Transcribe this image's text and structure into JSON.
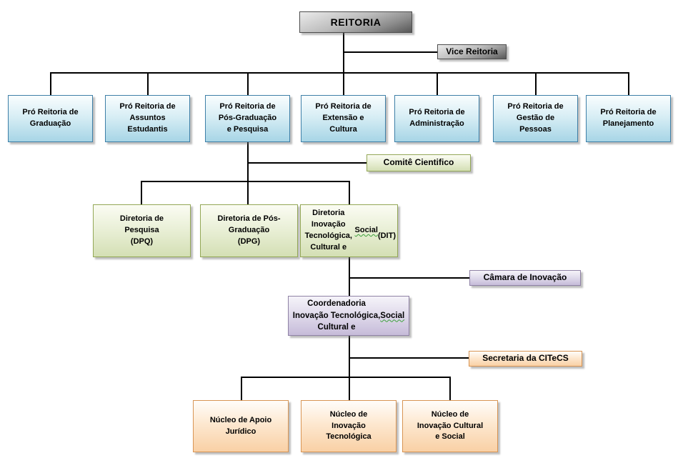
{
  "palette": {
    "line": "#000000",
    "wavy": "#3aa13a",
    "gray-top": "#ebebeb",
    "gray-bottom": "#575757",
    "gray-border": "#4d4d4d",
    "blue-top": "#f9fdfe",
    "blue-bottom": "#a7d5e6",
    "blue-border": "#3e7fa7",
    "green-top": "#fbfcf3",
    "green-bottom": "#d4dfb4",
    "green-border": "#93a756",
    "purple-top": "#f5f3f9",
    "purple-bottom": "#c6bbd9",
    "purple-border": "#8f82a5",
    "orange-top": "#fffdfa",
    "orange-bottom": "#f9d0a5",
    "orange-border": "#d89554"
  },
  "org": {
    "root": {
      "label": "REITORIA"
    },
    "vice": {
      "label": "Vice Reitoria"
    },
    "level1": [
      {
        "label": "Pró Reitoria de\nGraduação"
      },
      {
        "label": "Pró Reitoria de\nAssuntos\nEstudantis"
      },
      {
        "label": "Pró Reitoria de\nPós-Graduação\ne Pesquisa"
      },
      {
        "label": "Pró Reitoria de\nExtensão e\nCultura"
      },
      {
        "label": "Pró Reitoria de\nAdministração"
      },
      {
        "label": "Pró Reitoria de\nGestão de\nPessoas"
      },
      {
        "label": "Pró Reitoria de\nPlanejamento"
      }
    ],
    "comite": {
      "label": "Comitê Cientifico"
    },
    "level2": [
      {
        "label": "Diretoria de\nPesquisa\n(DPQ)"
      },
      {
        "label": "Diretoria de Pós-\nGraduação\n(DPG)"
      },
      {
        "label": "Diretoria Inovação\nTecnológica,\nCultural e Social\n(DIT)"
      }
    ],
    "camara": {
      "label": "Câmara de Inovação"
    },
    "coordenadoria": {
      "label": "Coordenadoria\nInovação Tecnológica,\nCultural e Social"
    },
    "secretaria": {
      "label": "Secretaria da CITeCS"
    },
    "level3": [
      {
        "label": "Núcleo de Apoio\nJurídico"
      },
      {
        "label": "Núcleo de\nInovação\nTecnológica"
      },
      {
        "label": "Núcleo de\nInovação Cultural\ne Social"
      }
    ]
  }
}
